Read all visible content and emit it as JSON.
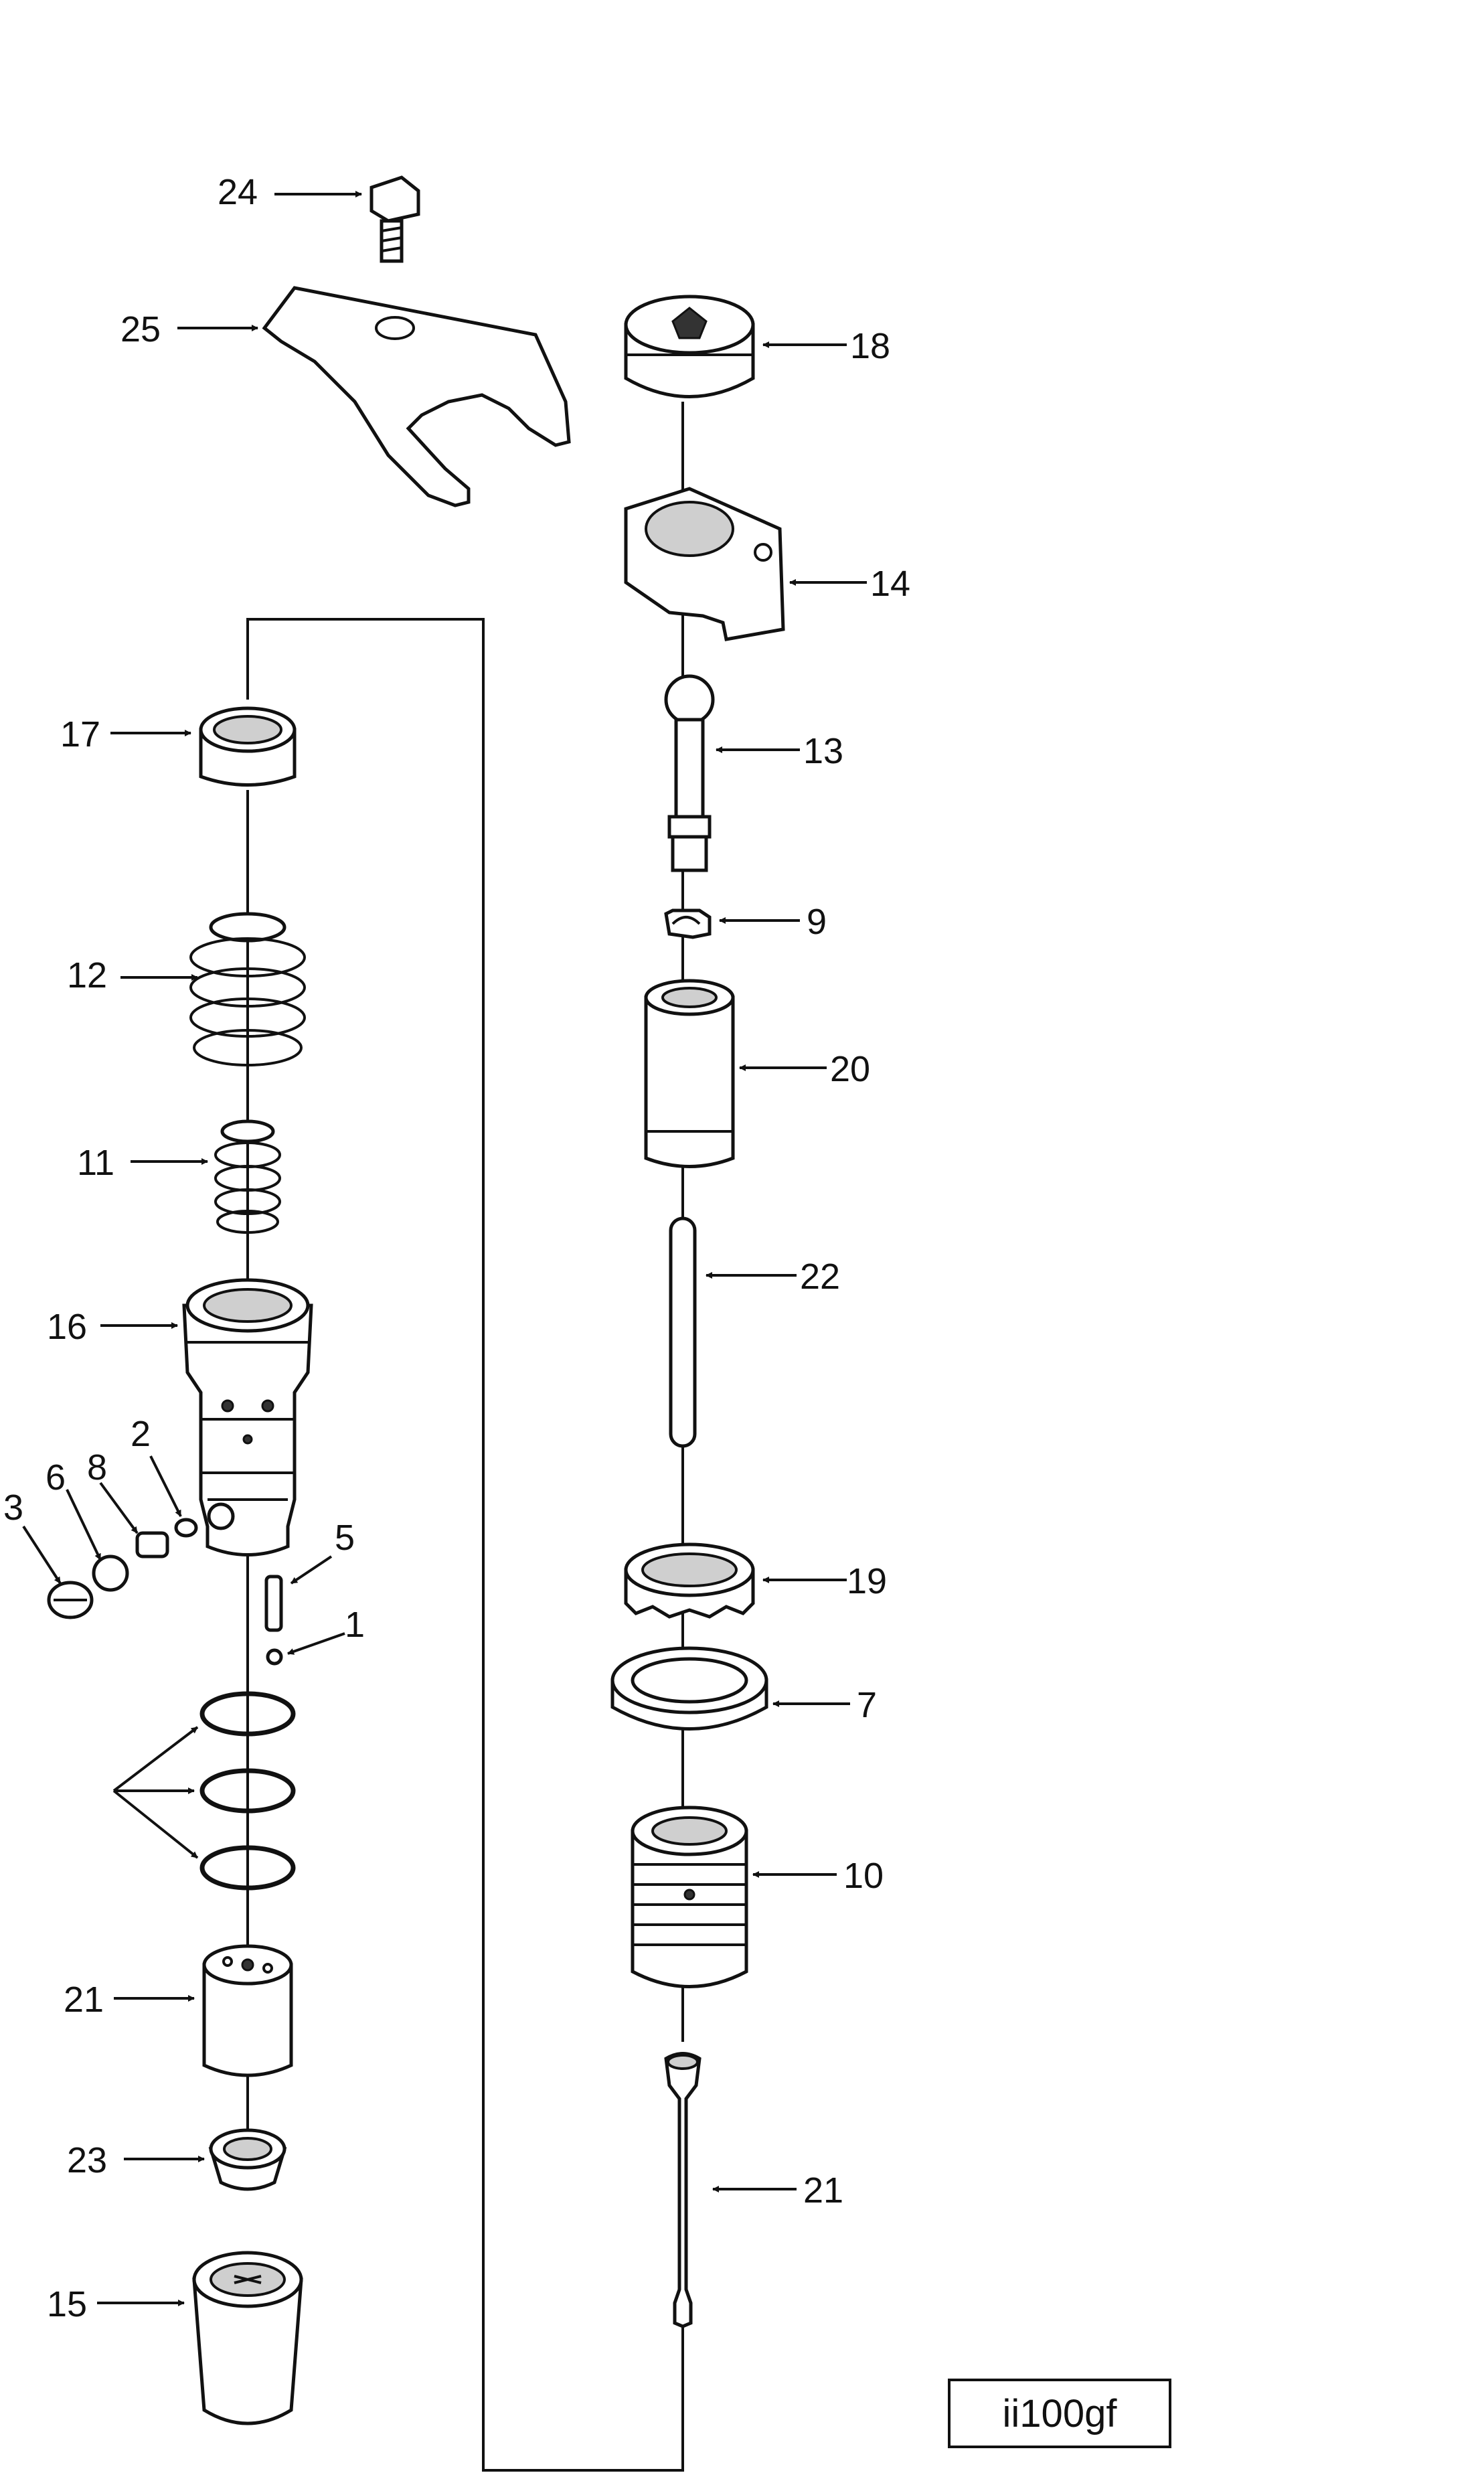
{
  "diagram": {
    "reference_code": "ii100gf",
    "parts": [
      {
        "id": "p24",
        "number": "24"
      },
      {
        "id": "p25",
        "number": "25"
      },
      {
        "id": "p18",
        "number": "18"
      },
      {
        "id": "p14",
        "number": "14"
      },
      {
        "id": "p17",
        "number": "17"
      },
      {
        "id": "p13",
        "number": "13"
      },
      {
        "id": "p12",
        "number": "12"
      },
      {
        "id": "p9",
        "number": "9"
      },
      {
        "id": "p20",
        "number": "20"
      },
      {
        "id": "p11",
        "number": "11"
      },
      {
        "id": "p22",
        "number": "22"
      },
      {
        "id": "p16",
        "number": "16"
      },
      {
        "id": "p2",
        "number": "2"
      },
      {
        "id": "p3",
        "number": "3"
      },
      {
        "id": "p6",
        "number": "6"
      },
      {
        "id": "p8",
        "number": "8"
      },
      {
        "id": "p5",
        "number": "5"
      },
      {
        "id": "p1",
        "number": "1"
      },
      {
        "id": "p19",
        "number": "19"
      },
      {
        "id": "p7",
        "number": "7"
      },
      {
        "id": "p10",
        "number": "10"
      },
      {
        "id": "p21a",
        "number": "21"
      },
      {
        "id": "p23",
        "number": "23"
      },
      {
        "id": "p21b",
        "number": "21"
      },
      {
        "id": "p15",
        "number": "15"
      }
    ]
  }
}
